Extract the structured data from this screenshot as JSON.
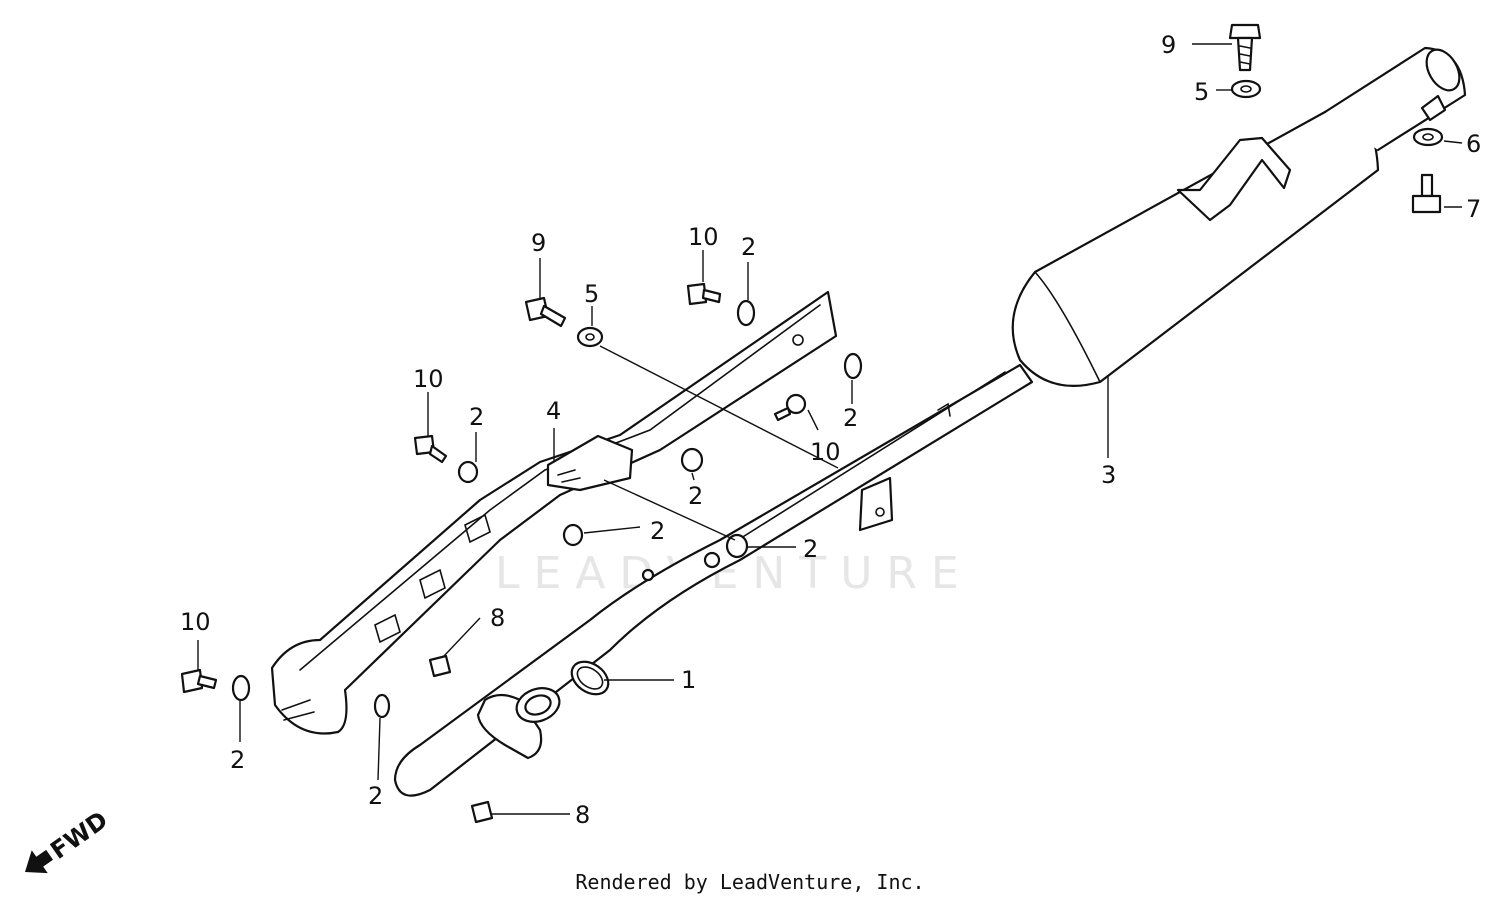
{
  "watermark": "LEADVENTURE",
  "footer": "Rendered by LeadVenture, Inc.",
  "fwd_label": "FWD",
  "callouts": [
    {
      "id": "c9-top",
      "text": "9"
    },
    {
      "id": "c5-top",
      "text": "5"
    },
    {
      "id": "c6",
      "text": "6"
    },
    {
      "id": "c7",
      "text": "7"
    },
    {
      "id": "c3",
      "text": "3"
    },
    {
      "id": "c9-mid",
      "text": "9"
    },
    {
      "id": "c5-mid",
      "text": "5"
    },
    {
      "id": "c10-top",
      "text": "10"
    },
    {
      "id": "c2-top",
      "text": "2"
    },
    {
      "id": "c2-right",
      "text": "2"
    },
    {
      "id": "c10-right",
      "text": "10"
    },
    {
      "id": "c10-left",
      "text": "10"
    },
    {
      "id": "c2-left",
      "text": "2"
    },
    {
      "id": "c4",
      "text": "4"
    },
    {
      "id": "c2-center",
      "text": "2"
    },
    {
      "id": "c2-low",
      "text": "2"
    },
    {
      "id": "c2-pipe",
      "text": "2"
    },
    {
      "id": "c8-mid",
      "text": "8"
    },
    {
      "id": "c1",
      "text": "1"
    },
    {
      "id": "c10-bl",
      "text": "10"
    },
    {
      "id": "c2-bl",
      "text": "2"
    },
    {
      "id": "c2-bottom",
      "text": "2"
    },
    {
      "id": "c8-bottom",
      "text": "8"
    }
  ]
}
